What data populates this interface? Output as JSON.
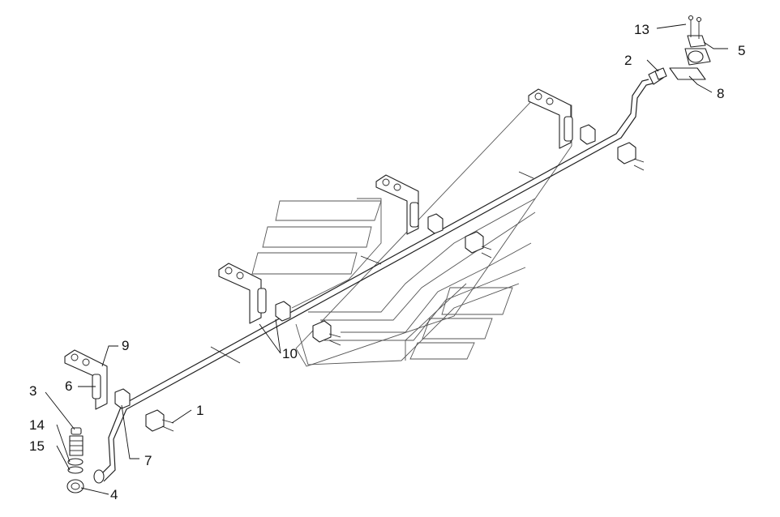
{
  "callouts": [
    {
      "id": "c1",
      "text": "1"
    },
    {
      "id": "c2",
      "text": "2"
    },
    {
      "id": "c3",
      "text": "3"
    },
    {
      "id": "c4",
      "text": "4"
    },
    {
      "id": "c5",
      "text": "5"
    },
    {
      "id": "c6",
      "text": "6"
    },
    {
      "id": "c7",
      "text": "7"
    },
    {
      "id": "c8",
      "text": "8"
    },
    {
      "id": "c9",
      "text": "9"
    },
    {
      "id": "c10",
      "text": "10"
    },
    {
      "id": "c13",
      "text": "13"
    },
    {
      "id": "c14",
      "text": "14"
    },
    {
      "id": "c15",
      "text": "15"
    }
  ]
}
